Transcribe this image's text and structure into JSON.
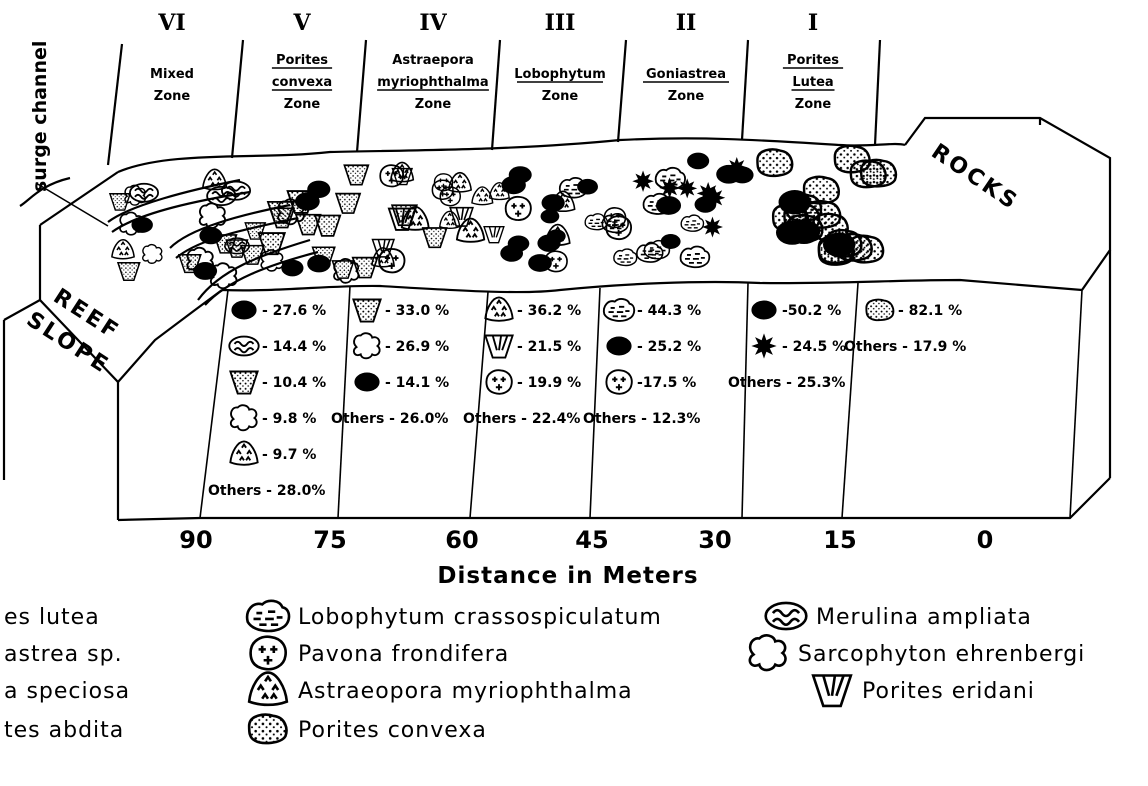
{
  "surge_label": "surge channel",
  "reef_slope": [
    "REEF",
    "SLOPE"
  ],
  "rocks": "ROCKS",
  "zones": [
    {
      "numeral": "VI",
      "name": [
        "Mixed",
        "Zone"
      ],
      "underline": [
        false,
        false
      ]
    },
    {
      "numeral": "V",
      "name": [
        "Porites",
        "convexa",
        "Zone"
      ],
      "underline": [
        true,
        true,
        false
      ]
    },
    {
      "numeral": "IV",
      "name": [
        "Astraepora",
        "myriophthalma",
        "Zone"
      ],
      "underline": [
        false,
        true,
        false
      ]
    },
    {
      "numeral": "III",
      "name": [
        "Lobophytum",
        "Zone"
      ],
      "underline": [
        true,
        false
      ]
    },
    {
      "numeral": "II",
      "name": [
        "Goniastrea",
        "Zone"
      ],
      "underline": [
        true,
        false
      ]
    },
    {
      "numeral": "I",
      "name": [
        "Porites",
        "Lutea",
        "Zone"
      ],
      "underline": [
        true,
        true,
        false
      ]
    }
  ],
  "composition": [
    [
      {
        "icon": "solid-oval",
        "text": "- 27.6 %"
      },
      {
        "icon": "merulina",
        "text": "- 14.4 %"
      },
      {
        "icon": "eridani-dotted",
        "text": "- 10.4 %"
      },
      {
        "icon": "sarcophyton",
        "text": "- 9.8 %"
      },
      {
        "icon": "astraeopora",
        "text": "- 9.7 %"
      },
      {
        "icon": "",
        "text": "Others - 28.0%"
      }
    ],
    [
      {
        "icon": "eridani-dotted",
        "text": "- 33.0 %"
      },
      {
        "icon": "sarcophyton",
        "text": "- 26.9 %"
      },
      {
        "icon": "solid-oval",
        "text": "- 14.1 %"
      },
      {
        "icon": "",
        "text": "Others - 26.0%"
      }
    ],
    [
      {
        "icon": "astraeopora",
        "text": "- 36.2 %"
      },
      {
        "icon": "eridani",
        "text": "- 21.5 %"
      },
      {
        "icon": "pavona",
        "text": "- 19.9 %"
      },
      {
        "icon": "",
        "text": "Others - 22.4%"
      }
    ],
    [
      {
        "icon": "lobophytum",
        "text": "- 44.3 %"
      },
      {
        "icon": "solid-oval",
        "text": "- 25.2 %"
      },
      {
        "icon": "pavona",
        "text": "-17.5 %"
      },
      {
        "icon": "",
        "text": "Others - 12.3%"
      }
    ],
    [
      {
        "icon": "solid-oval",
        "text": "-50.2 %"
      },
      {
        "icon": "goniastrea-star",
        "text": "- 24.5 %"
      },
      {
        "icon": "",
        "text": "Others - 25.3%"
      }
    ],
    [
      {
        "icon": "porites-lutea",
        "text": "- 82.1 %"
      },
      {
        "icon": "",
        "text": "Others - 17.9 %"
      }
    ]
  ],
  "ticks": [
    "90",
    "75",
    "60",
    "45",
    "30",
    "15",
    "0"
  ],
  "axis_title": "Distance in Meters",
  "legend": [
    {
      "icon": "porites-lutea",
      "text": "es lutea"
    },
    {
      "icon": "goniastrea-star",
      "text": "astrea sp."
    },
    {
      "icon": "solid-oval",
      "text": "a speciosa"
    },
    {
      "icon": "porites-abdita",
      "text": "tes abdita"
    },
    {
      "icon": "lobophytum",
      "text": "Lobophytum crassospiculatum"
    },
    {
      "icon": "pavona",
      "text": "Pavona frondifera"
    },
    {
      "icon": "astraeopora",
      "text": "Astraeopora myriophthalma"
    },
    {
      "icon": "porites-convexa",
      "text": "Porites convexa"
    },
    {
      "icon": "merulina",
      "text": "Merulina ampliata"
    },
    {
      "icon": "sarcophyton",
      "text": "Sarcophyton ehrenbergi"
    },
    {
      "icon": "eridani",
      "text": "Porites eridani"
    }
  ]
}
